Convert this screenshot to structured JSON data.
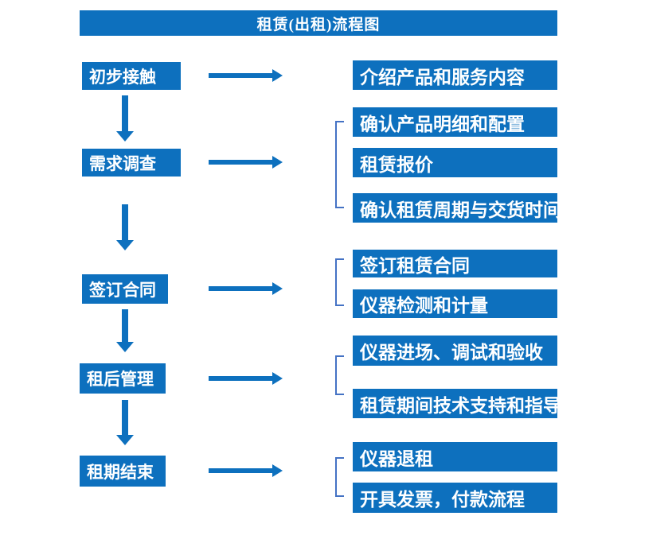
{
  "title": "租赁(出租)流程图",
  "colors": {
    "box": "#0d70be",
    "arrow": "#0d70be",
    "bracket": "#4472c4",
    "text": "#ffffff",
    "background": "#ffffff"
  },
  "stages": [
    {
      "label": "初步接触",
      "outputs": [
        "介绍产品和服务内容"
      ]
    },
    {
      "label": "需求调查",
      "outputs": [
        "确认产品明细和配置",
        "租赁报价",
        "确认租赁周期与交货时间"
      ]
    },
    {
      "label": "签订合同",
      "outputs": [
        "签订租赁合同",
        "仪器检测和计量"
      ]
    },
    {
      "label": "租后管理",
      "outputs": [
        "仪器进场、调试和验收",
        "租赁期间技术支持和指导"
      ]
    },
    {
      "label": "租期结束",
      "outputs": [
        "仪器退租",
        "开具发票，付款流程"
      ]
    }
  ]
}
